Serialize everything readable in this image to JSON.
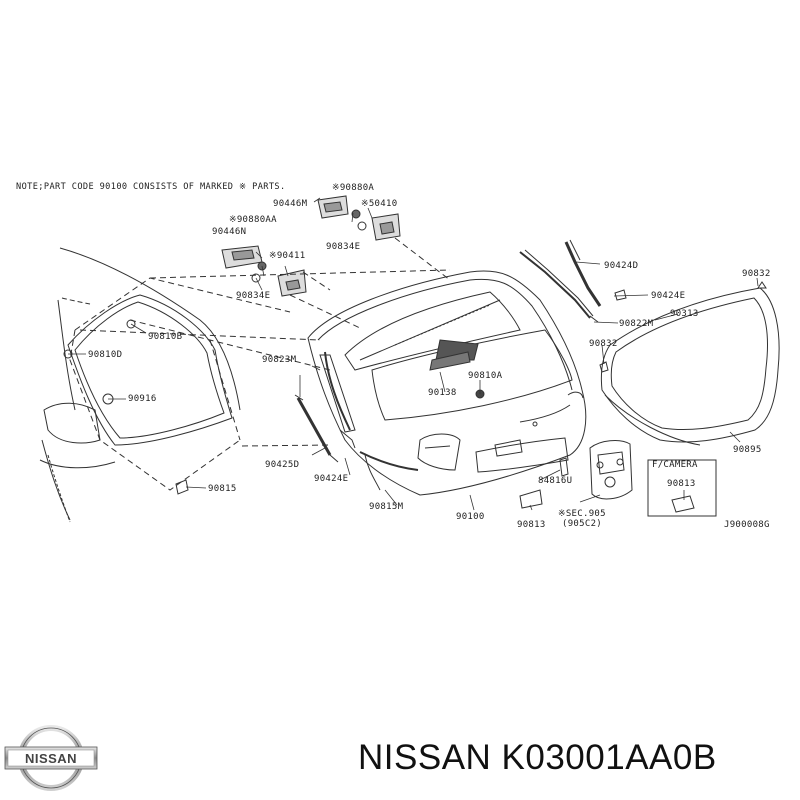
{
  "diagram": {
    "note": "NOTE;PART CODE 90100 CONSISTS OF MARKED ※ PARTS.",
    "ref_code": "J900008G",
    "labels": {
      "l90880A": "※90880A",
      "l90446M": "90446M",
      "l50410": "※50410",
      "l90880AA": "※90880AA",
      "l90446N": "90446N",
      "l90411": "※90411",
      "l90834Ea": "90834E",
      "l90834Eb": "90834E",
      "l90424D": "90424D",
      "l90832a": "90832",
      "l90424E": "90424E",
      "l90822M": "90822M",
      "l90313": "90313",
      "l90810B": "90810B",
      "l90810D": "90810D",
      "l90823M": "90823M",
      "l90832b": "90832",
      "l90138": "90138",
      "l90810A": "90810A",
      "l90916": "90916",
      "l90895": "90895",
      "l90425D": "90425D",
      "l90424Eb": "90424E",
      "l84816U": "84816U",
      "lcamera": "F/CAMERA",
      "l90813a": "90813",
      "l90815": "90815",
      "l90815M": "90815M",
      "l90100": "90100",
      "lsec": "※SEC.905",
      "lsec2": "(905C2)",
      "l90813b": "90813"
    }
  },
  "brand": {
    "logo_text": "NISSAN",
    "part_title": "NISSAN K03001AA0B"
  }
}
